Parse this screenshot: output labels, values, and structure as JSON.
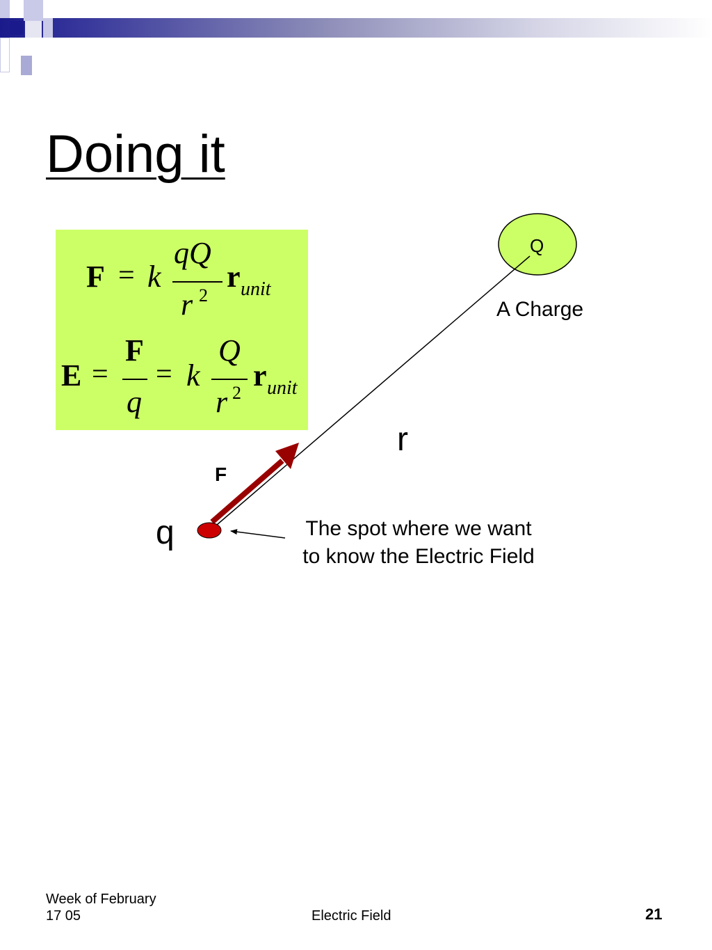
{
  "slide": {
    "title": "Doing it"
  },
  "formulas": {
    "force": {
      "lhs": "F",
      "equals": "=",
      "k": "k",
      "numerator": "qQ",
      "denominator_base": "r",
      "denominator_exp": "2",
      "vector": "r",
      "vector_sub": "unit"
    },
    "field": {
      "lhs": "E",
      "equals1": "=",
      "frac1_num": "F",
      "frac1_den": "q",
      "equals2": "=",
      "k": "k",
      "frac2_num": "Q",
      "frac2_den_base": "r",
      "frac2_den_exp": "2",
      "vector": "r",
      "vector_sub": "unit"
    }
  },
  "diagram": {
    "source_charge_label": "Q",
    "source_caption": "A Charge",
    "distance_label": "r",
    "force_label": "F",
    "test_charge_label": "q",
    "spot_caption_line1": "The spot where we want",
    "spot_caption_line2": "to know the Electric Field",
    "colors": {
      "source_fill": "#ccff66",
      "test_charge_fill": "#cc0000",
      "force_arrow": "#990000",
      "formula_background": "#ccff66"
    }
  },
  "footer": {
    "date_line1": "Week of February",
    "date_line2": "17 05",
    "center_text": "Electric Field",
    "page_number": "21"
  }
}
